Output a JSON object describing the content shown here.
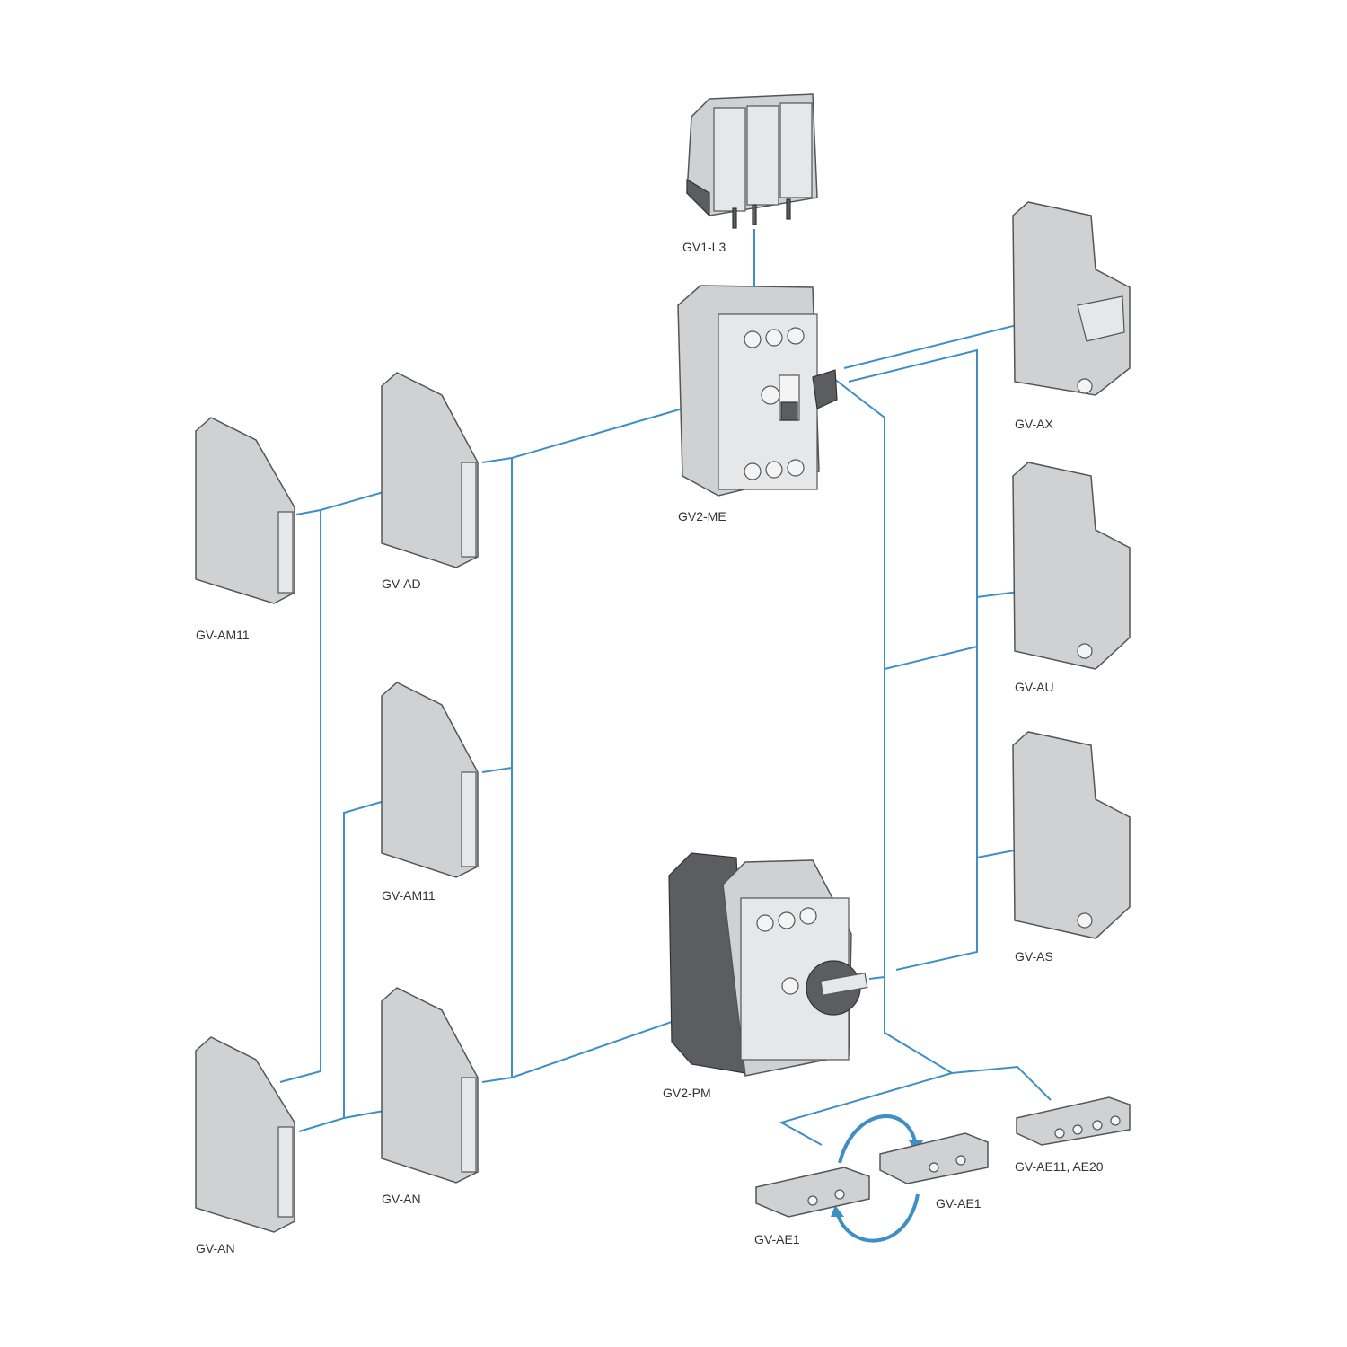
{
  "title": "GV2 motor circuit breaker accessories",
  "colors": {
    "wire": "#3d8fc6",
    "device": "#cfd1d3",
    "text": "#333333"
  },
  "devices": {
    "gv1_l3": "GV1-L3",
    "gv2_me": "GV2-ME",
    "gv_ax": "GV-AX",
    "gv_au": "GV-AU",
    "gv_as": "GV-AS",
    "gv_am11_left": "GV-AM11",
    "gv_ad": "GV-AD",
    "gv_am11_mid": "GV-AM11",
    "gv_an_mid": "GV-AN",
    "gv_an_left": "GV-AN",
    "gv2_pm": "GV2-PM",
    "gv_ae1_left": "GV-AE1",
    "gv_ae1_right": "GV-AE1",
    "gv_ae11": "GV-AE11, AE20"
  }
}
